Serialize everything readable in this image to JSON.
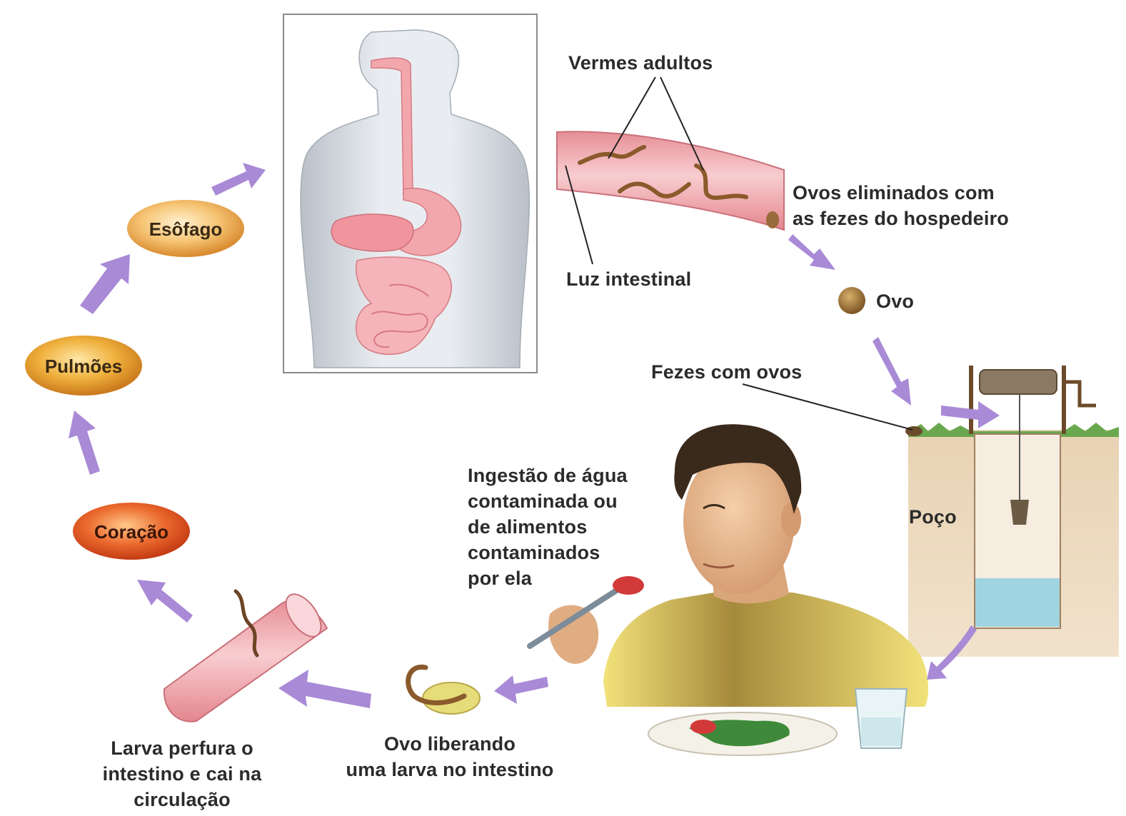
{
  "organ_path": {
    "esofago": "Esôfago",
    "pulmoes": "Pulmões",
    "coracao": "Coração"
  },
  "labels": {
    "vermes_adultos": "Vermes adultos",
    "luz_intestinal": "Luz intestinal",
    "ovos_eliminados": [
      "Ovos eliminados com",
      "as fezes do hospedeiro"
    ],
    "ovo": "Ovo",
    "fezes_com_ovos": "Fezes com ovos",
    "poco": "Poço",
    "ingestao": [
      "Ingestão de água",
      "contaminada ou",
      "de alimentos",
      "contaminados",
      "por ela"
    ],
    "ovo_liberando": [
      "Ovo liberando",
      "uma larva no intestino"
    ],
    "larva_perfura": [
      "Larva perfura o",
      "intestino e cai na",
      "circulação"
    ]
  },
  "colors": {
    "arrow": "#a98ad6",
    "esofago_fill": "#f6c474",
    "pulmoes_fill": "#efb03c",
    "coracao_fill": "#ec6a2e",
    "intestine": "#f3b9bc",
    "worm": "#8a5a2c",
    "water": "#9ed5e0"
  }
}
